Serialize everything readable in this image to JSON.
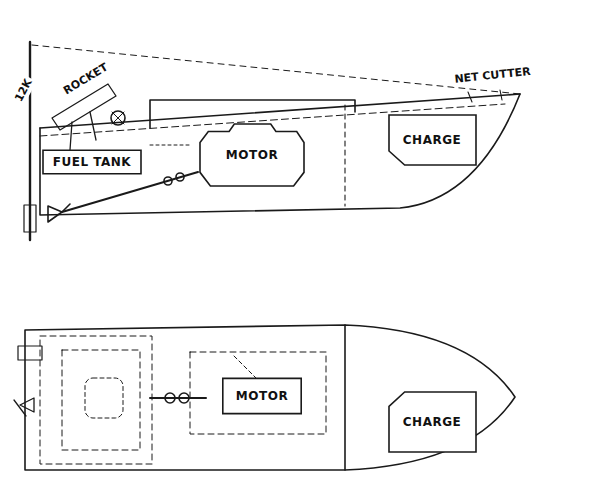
{
  "diagram": {
    "nodes": [
      {
        "text": [
          "FUEL TANK"
        ]
      },
      {
        "text": [
          "MOTOR"
        ]
      },
      {
        "text": [
          "CHARGE"
        ]
      },
      {
        "text": [
          "MOTOR"
        ]
      },
      {
        "text": [
          "CHARGE"
        ]
      }
    ],
    "labels": [
      "12K",
      "ROCKET",
      "NET CUTTER"
    ]
  }
}
